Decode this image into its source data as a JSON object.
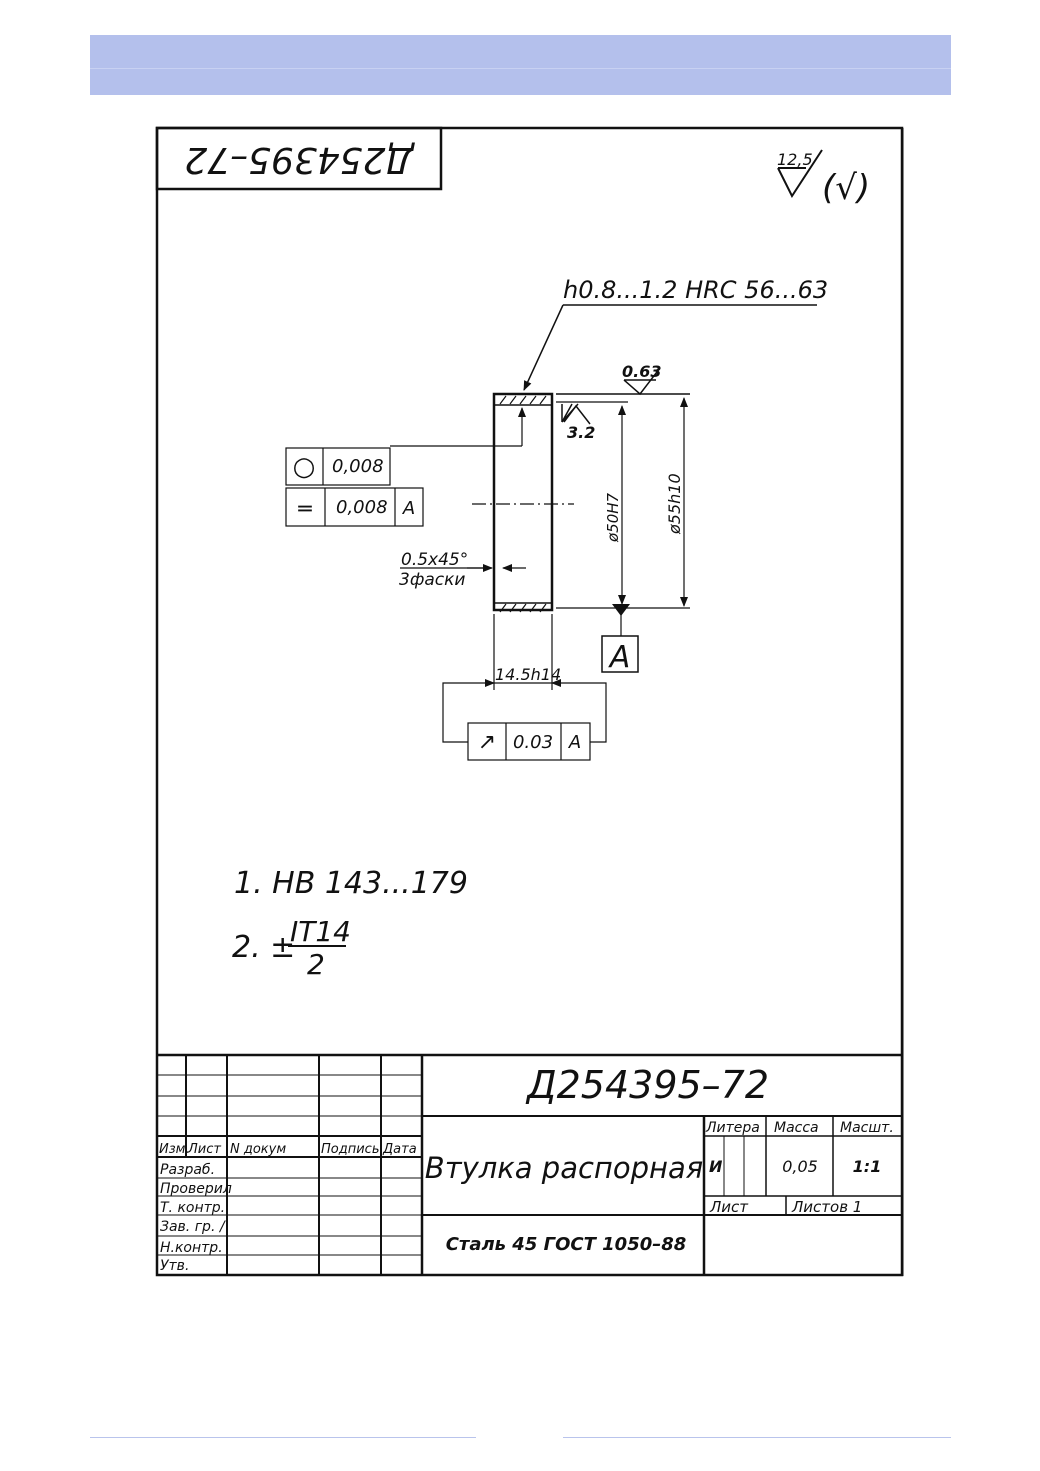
{
  "header": {
    "band_color": "#b4c0ec"
  },
  "drawing": {
    "stamp_rotated": "Д254395–72",
    "roughness": {
      "general": "12,5",
      "other": "(√)"
    },
    "hardening_note": "h0.8...1.2  HRC 56...63",
    "roughness_outer": "0.63",
    "roughness_bore": "3.2",
    "tolerance_frame_1": {
      "symbol": "○",
      "value": "0,008"
    },
    "tolerance_frame_2": {
      "symbol": "═",
      "value": "0,008",
      "datum": "A"
    },
    "dim_bore": "ø50H7",
    "dim_outer": "ø55h10",
    "chamfer_note": "0.5x45°",
    "chamfer_count": "3фаски",
    "datum_label": "A",
    "dim_width": "14.5h14",
    "runout_frame": {
      "symbol": "↗",
      "value": "0.03",
      "datum": "A"
    }
  },
  "notes": {
    "note1": "1.  HB  143...179",
    "note2_prefix": "2. ±",
    "note2_numerator": "IT14",
    "note2_denominator": "2"
  },
  "title_block": {
    "doc_number": "Д254395–72",
    "part_name": "Втулка  распорная",
    "material": "Сталь 45  ГОСТ 1050–88",
    "col_izm": "Изм.",
    "col_list": "Лист",
    "col_ndokum": "N  докум",
    "col_podpis": "Подпись",
    "col_data": "Дата",
    "row_razrab": "Разраб.",
    "row_proveril": "Проверил",
    "row_tkontr": "Т. контр.",
    "row_zavgr": "Зав. гр. /",
    "row_nkontr": "Н.контр.",
    "row_utv": "Утв.",
    "litera_label": "Литера",
    "massa_label": "Масса",
    "masshtab_label": "Масшт.",
    "litera_value": "И",
    "massa_value": "0,05",
    "masshtab_value": "1:1",
    "list_label": "Лист",
    "listov_label": "Листов 1"
  },
  "footer": {
    "line_color": "#b9c4ec"
  }
}
